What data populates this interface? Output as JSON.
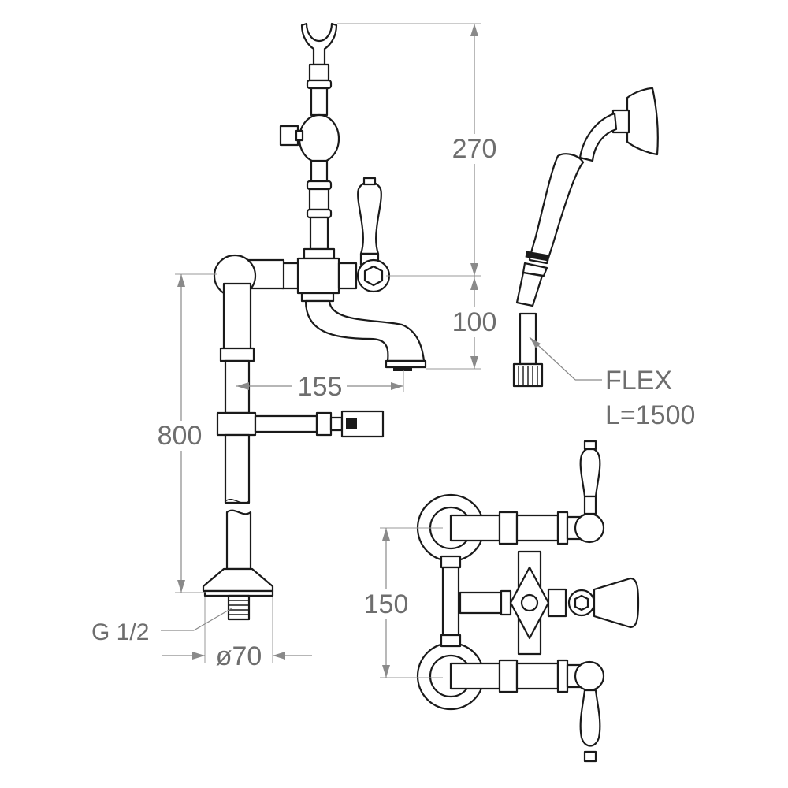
{
  "dimensions": {
    "height_upper": "270",
    "height_spout": "100",
    "spout_reach": "155",
    "riser_height": "800",
    "centers": "150",
    "base_diameter": "ø70",
    "thread": "G 1/2"
  },
  "hose": {
    "type": "FLEX",
    "length": "L=1500"
  }
}
